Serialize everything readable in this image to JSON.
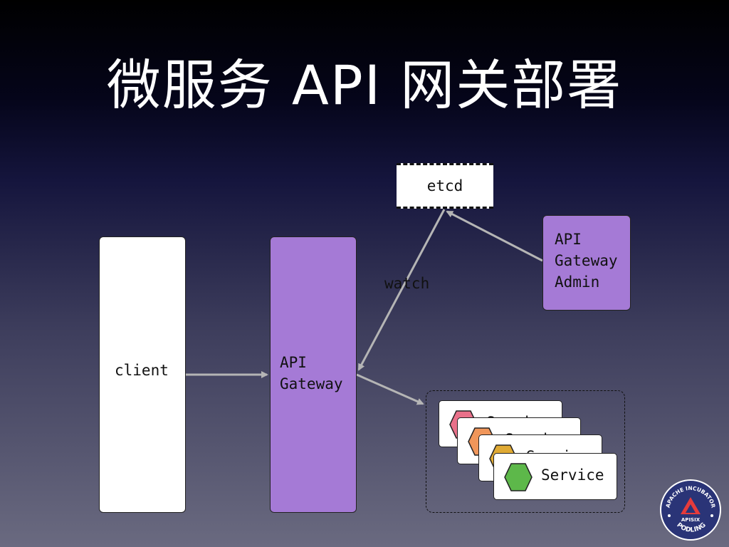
{
  "slide": {
    "title": "微服务 API 网关部署"
  },
  "nodes": {
    "client": "client",
    "gateway": "API\nGateway",
    "admin": "API\nGateway\nAdmin",
    "etcd": "etcd",
    "watch_label": "watch"
  },
  "services": [
    {
      "label": "Service",
      "color": "#e9718a"
    },
    {
      "label": "Service",
      "color": "#f0965a"
    },
    {
      "label": "Service",
      "color": "#e0aa34"
    },
    {
      "label": "Service",
      "color": "#5db84a"
    }
  ],
  "badge": {
    "top_text": "APACHE INCUBATOR",
    "center_text": "APISIX",
    "bottom_text": "PODLING"
  },
  "colors": {
    "gateway": "#a57ad6",
    "arrow": "#b5b5b5",
    "badge_bg": "#2a3477",
    "badge_logo": "#e63b3b"
  }
}
